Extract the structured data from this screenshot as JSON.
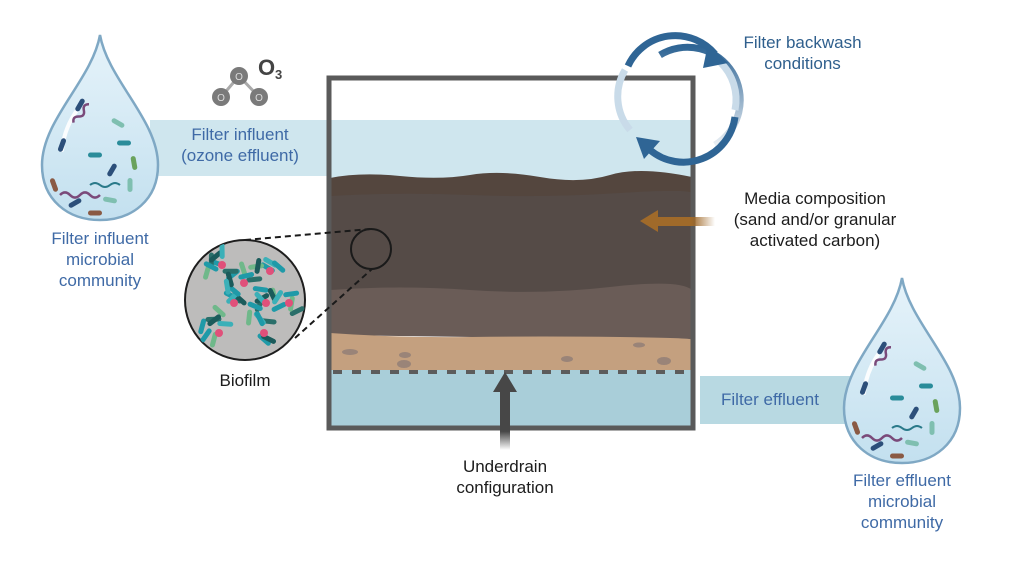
{
  "diagram": {
    "title": "Biofilter operating factors and microbial communities",
    "labels": {
      "influent_stream": [
        "Filter influent",
        "(ozone effluent)"
      ],
      "influent_community": [
        "Filter influent",
        "microbial",
        "community"
      ],
      "ozone_formula": "O",
      "ozone_subscript": "3",
      "ozone_atom": "O",
      "backwash": [
        "Filter backwash",
        "conditions"
      ],
      "media": [
        "Media composition",
        "(sand and/or granular",
        "activated carbon)"
      ],
      "biofilm": "Biofilm",
      "underdrain": [
        "Underdrain",
        "configuration"
      ],
      "effluent_stream": "Filter effluent",
      "effluent_community": [
        "Filter effluent",
        "microbial",
        "community"
      ]
    },
    "colors": {
      "water": "#cfe6ee",
      "water_effluent": "#b8d9e2",
      "media_top": "#54463e",
      "media_main": "#554b47",
      "media_lower": "#6a5c57",
      "sand": "#c4a07f",
      "underdrain_water": "#a9ced9",
      "tank_border": "#5a5a5a",
      "backwash_arrow": "#2f6595",
      "media_arrow": "#a06a2a",
      "label_blue": "#3f6aa6"
    }
  }
}
